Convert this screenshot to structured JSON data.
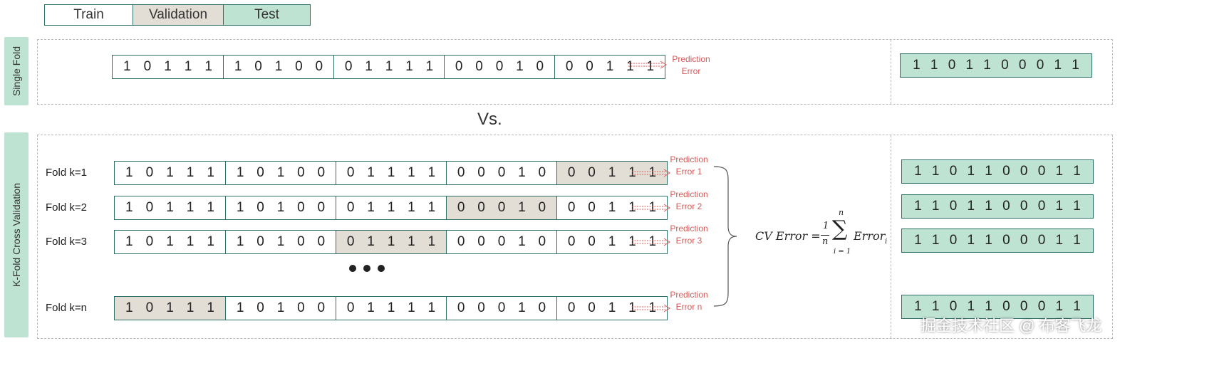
{
  "legend": {
    "train": "Train",
    "validation": "Validation",
    "test": "Test"
  },
  "colors": {
    "validation": "#e3ded5",
    "test": "#bfe3d3",
    "border": "#2f6f67",
    "prediction": "#d45a5a"
  },
  "single_fold": {
    "label": "Single Fold",
    "segments": [
      {
        "bits": [
          "1",
          "0",
          "1",
          "1",
          "1"
        ]
      },
      {
        "bits": [
          "1",
          "0",
          "1",
          "0",
          "0"
        ]
      },
      {
        "bits": [
          "0",
          "1",
          "1",
          "1",
          "1"
        ]
      },
      {
        "bits": [
          "0",
          "0",
          "0",
          "1",
          "0"
        ]
      },
      {
        "bits": [
          "0",
          "0",
          "1",
          "1",
          "1"
        ]
      }
    ],
    "prediction": {
      "line1": "Prediction",
      "line2": "Error"
    },
    "test_bits": [
      "1",
      "1",
      "0",
      "1",
      "1",
      "0",
      "0",
      "0",
      "1",
      "1"
    ]
  },
  "vs_label": "Vs.",
  "kfold": {
    "label": "K-Fold Cross Validation",
    "folds": [
      {
        "label": "Fold k=1",
        "val_index": 4,
        "pred_line1": "Prediction",
        "pred_line2": "Error 1"
      },
      {
        "label": "Fold k=2",
        "val_index": 3,
        "pred_line1": "Prediction",
        "pred_line2": "Error 2"
      },
      {
        "label": "Fold k=3",
        "val_index": 2,
        "pred_line1": "Prediction",
        "pred_line2": "Error 3"
      },
      {
        "label": "Fold k=n",
        "val_index": 0,
        "pred_line1": "Prediction",
        "pred_line2": "Error n"
      }
    ],
    "formula": {
      "lhs": "CV Error =",
      "num": "1",
      "den": "n",
      "sum_top": "n",
      "sum_bottom": "i = 1",
      "term": "Error",
      "sub": "i"
    }
  },
  "watermark": "掘金技术社区 @ 布客飞龙"
}
